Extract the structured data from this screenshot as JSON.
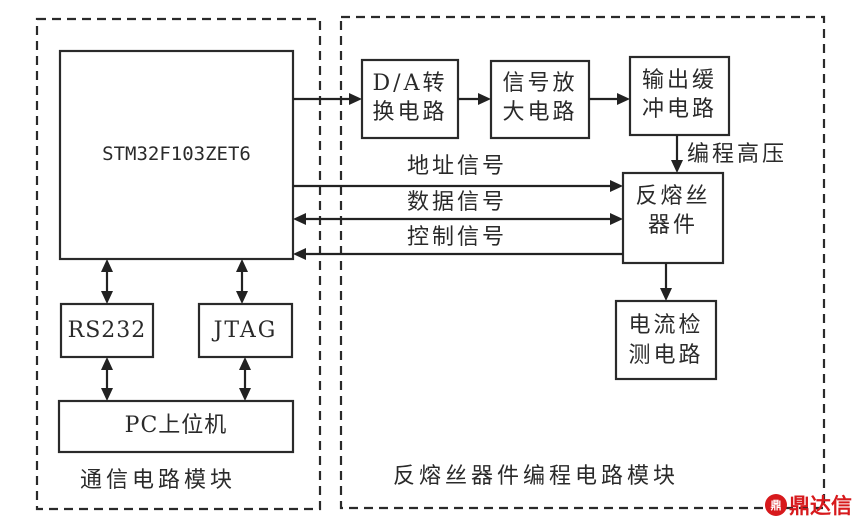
{
  "modules": {
    "communication": {
      "label": "通信电路模块"
    },
    "programming": {
      "label": "反熔丝器件编程电路模块"
    }
  },
  "blocks": {
    "mcu": "STM32F103ZET6",
    "rs232": "RS232",
    "jtag": "JTAG",
    "pc": "PC上位机",
    "da": [
      "D/A转",
      "换电路"
    ],
    "amp": [
      "信号放",
      "大电路"
    ],
    "buffer": [
      "输出缓",
      "冲电路"
    ],
    "antifuse": [
      "反熔丝",
      "器件"
    ],
    "current": [
      "电流检",
      "测电路"
    ]
  },
  "signals": {
    "address": "地址信号",
    "data": "数据信号",
    "control": "控制信号",
    "high_voltage": "编程高压"
  },
  "watermark": {
    "mark": "鼎",
    "text": "鼎达信",
    "color": "#d7191c"
  }
}
